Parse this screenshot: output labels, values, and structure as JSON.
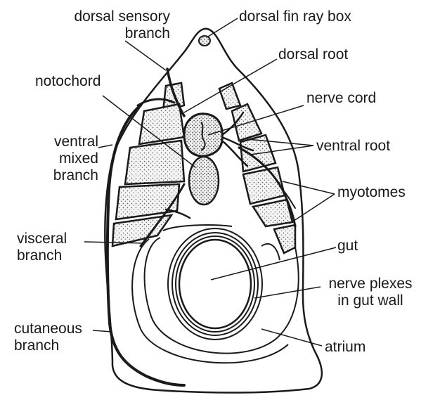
{
  "labels": {
    "dorsal_sensory_branch": [
      "dorsal sensory",
      "branch"
    ],
    "dorsal_fin_ray_box": "dorsal fin ray box",
    "dorsal_root": "dorsal root",
    "notochord": "notochord",
    "nerve_cord": "nerve cord",
    "ventral_mixed_branch": [
      "ventral",
      "mixed",
      "branch"
    ],
    "ventral_root": "ventral root",
    "myotomes": "myotomes",
    "visceral_branch": [
      "visceral",
      "branch"
    ],
    "gut": "gut",
    "nerve_plexes": [
      "nerve plexes",
      "in gut wall"
    ],
    "cutaneous_branch": [
      "cutaneous",
      "branch"
    ],
    "atrium": "atrium"
  }
}
